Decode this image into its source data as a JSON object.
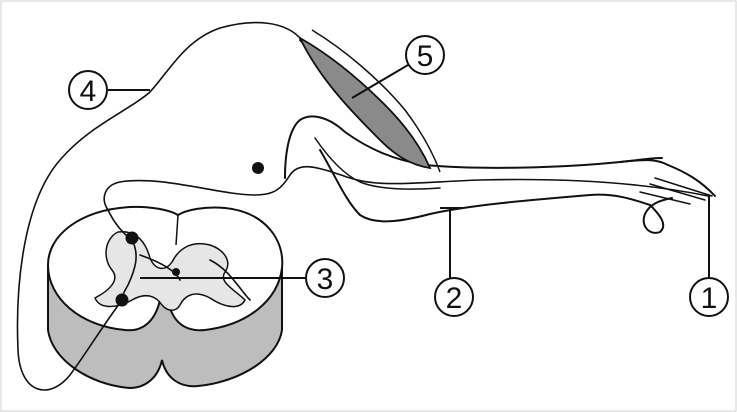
{
  "figure": {
    "labels": [
      {
        "id": "label-1",
        "text": "1"
      },
      {
        "id": "label-2",
        "text": "2"
      },
      {
        "id": "label-3",
        "text": "3"
      },
      {
        "id": "label-4",
        "text": "4"
      },
      {
        "id": "label-5",
        "text": "5"
      }
    ]
  },
  "colors": {
    "stroke": "#111111",
    "background": "#ffffff",
    "muscle_fill": "#8a8a8a",
    "gray_matter_fill": "#e6e6e6",
    "cord_side_fill": "#bdbdbd",
    "ganglion_fill": "#111111"
  }
}
